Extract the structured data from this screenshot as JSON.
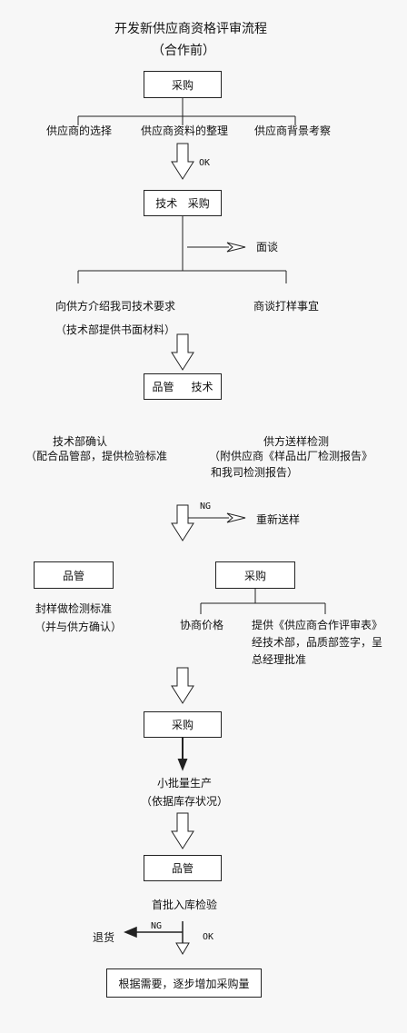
{
  "title": "开发新供应商资格评审流程",
  "subtitle": "（合作前）",
  "nodes": {
    "purchase1": "采购",
    "tech_purchase": "技术   采购",
    "qc_tech": "品管     技术",
    "qc2": "品管",
    "purchase2": "采购",
    "purchase3": "采购",
    "qc3": "品管",
    "final": "根据需要，逐步增加采购量"
  },
  "branches": {
    "supplier_select": "供应商的选择",
    "supplier_data": "供应商资料的整理",
    "supplier_background": "供应商背景考察",
    "introduce_req": "向供方介绍我司技术要求",
    "tech_docs": "（技术部提供书面材料）",
    "negotiate_sample": "商谈打样事宜",
    "interview": "面谈",
    "tech_confirm": "技术部确认",
    "tech_confirm_note": "（配合品管部，提供检验标准",
    "supplier_sample_test": "供方送样检测",
    "attach_report_1": "（附供应商《样品出厂检测报告》",
    "attach_report_2": "和我司检测报告）",
    "resample": "重新送样",
    "seal_sample": "封样做检测标准",
    "seal_sample_note": "（并与供方确认）",
    "negotiate_price": "协商价格",
    "provide_form_1": "提供《供应商合作评审表》",
    "provide_form_2": "经技术部，品质部签字，呈",
    "provide_form_3": "总经理批准",
    "small_batch": "小批量生产",
    "by_stock": "（依据库存状况）",
    "first_batch": "首批入库检验",
    "return_goods": "退货"
  },
  "labels": {
    "ok1": "OK",
    "ng1": "NG",
    "ng2": "NG",
    "ok2": "OK"
  }
}
